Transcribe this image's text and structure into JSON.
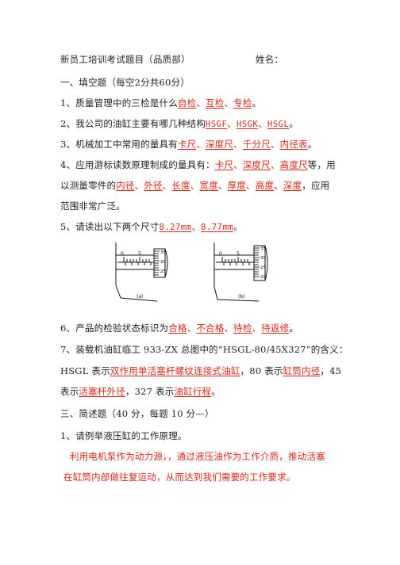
{
  "header": {
    "title": "新员工培训考试题目（品质部）",
    "name_label": "姓名："
  },
  "section1": {
    "title": "一、填空题（每空2分共60分）"
  },
  "q1": {
    "prefix": "1、质量管理中的三检是什么",
    "a1": "自检",
    "sep1": "、",
    "a2": "互检",
    "sep2": "、",
    "a3": "专检",
    "suffix": "。"
  },
  "q2": {
    "prefix": "2、我公司的油缸主要有哪几种结构",
    "a1": "HSGF",
    "sep1": "、",
    "a2": "HSGK",
    "sep2": "、",
    "a3": "HSGL",
    "suffix": "。"
  },
  "q3": {
    "prefix": "3、机械加工中常用的量具有",
    "a1": "卡尺",
    "sep1": "、",
    "a2": "深度尺",
    "sep2": "、",
    "a3": "千分尺",
    "sep3": "、",
    "a4": "内径表",
    "suffix": "。"
  },
  "q4": {
    "prefix": "4、应用游标读数原理制成的量具有：",
    "a1": "卡尺",
    "sep1": "、",
    "a2": "深度尺",
    "sep2": "、",
    "a3": "高度尺",
    "mid1": "等，用",
    "line2_prefix": "以测量零件的",
    "b1": "内径",
    "s1": "、",
    "b2": "外径",
    "s2": "、",
    "b3": "长度",
    "s3": "、",
    "b4": "宽度",
    "s4": "、",
    "b5": "厚度",
    "s5": "、",
    "b6": "高度",
    "s6": "、",
    "b7": "深度",
    "mid2": "，应用",
    "line3": "范围非常广泛。"
  },
  "q5": {
    "prefix": "5、请读出以下两个尺寸",
    "a1": "8.27mm",
    "sep1": "、",
    "a2": "8.77mm",
    "suffix": "。"
  },
  "figures": {
    "a": {
      "caption": "(a)",
      "scale_labels": [
        "0",
        "5"
      ],
      "thimble_labels": [
        "35",
        "30",
        "25"
      ]
    },
    "b": {
      "caption": "(b)",
      "scale_labels": [
        "0",
        "5"
      ],
      "thimble_labels": [
        "35",
        "30",
        "25",
        "20"
      ]
    }
  },
  "q6": {
    "prefix": "6、产品的检验状态标识为",
    "a1": "合格",
    "sep1": "、",
    "a2": "不合格",
    "sep2": "、",
    "a3": "待检",
    "sep3": "、",
    "a4": "待返修",
    "suffix": "。"
  },
  "q7": {
    "line1_prefix": "7、装载机油缸临工 933-ZX 总图中的“HSGL-80/45X327”的含义：",
    "line2_a": "HSGL 表示",
    "line2_ans1": "双作用单活塞杆螺纹连接式油缸",
    "line2_b": "，80 表示",
    "line2_ans2": "缸筒内径",
    "line2_c": "，45",
    "line3_a": "表示",
    "line3_ans1": "活塞杆外径",
    "line3_b": "，327 表示",
    "line3_ans2": "油缸行程",
    "line3_c": "。"
  },
  "section3": {
    "title": "三、简述题（40 分，每题 10 分—）"
  },
  "s1": {
    "question": "1、请例举液压缸的工作原理。",
    "answer_line1": "利用电机泵作为动力源，，通过液压油作为工作介质，推动活塞",
    "answer_line2": "在缸筒内部做往复运动，从而达到我们需要的工作要求。"
  }
}
